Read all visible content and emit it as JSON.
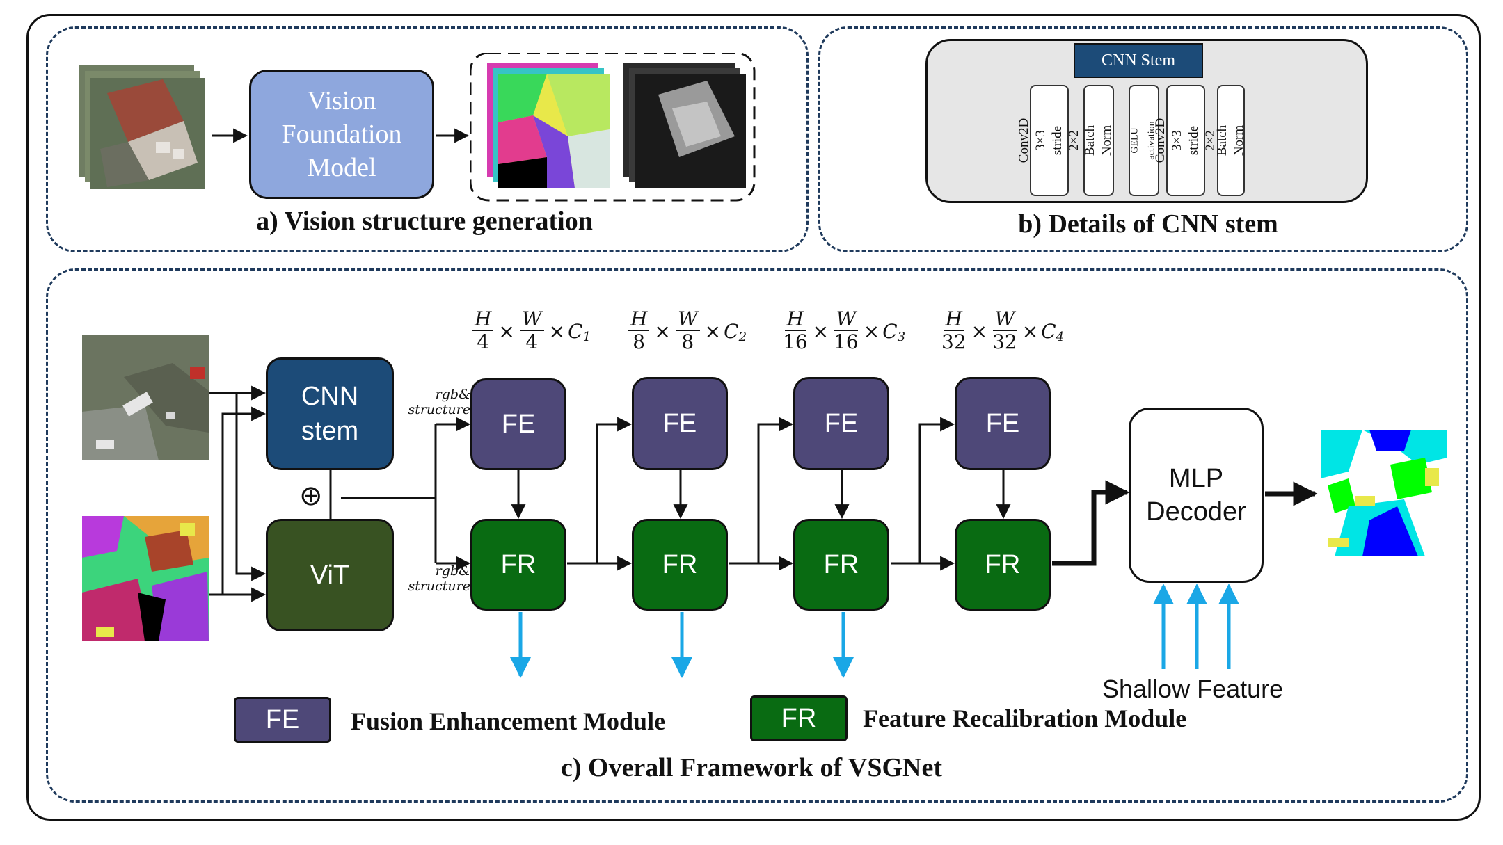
{
  "panels": {
    "a_caption": "a) Vision structure generation",
    "b_caption": "b) Details of CNN stem",
    "c_caption": "c) Overall Framework of VSGNet"
  },
  "vision_foundation_model": {
    "label": "Vision\nFoundation\nModel"
  },
  "cnn_stem_detail": {
    "title": "CNN Stem",
    "layers": [
      "Conv2D 3×3\nstride 2×2",
      "Batch Norm",
      "GELU activation",
      "Conv2D 3×3\nstride 2×2",
      "Batch Norm"
    ]
  },
  "framework": {
    "cnn_stem": "CNN\nstem",
    "vit": "ViT",
    "fusion_symbol": "⊕",
    "input_label_top": "rgb&\nstructure",
    "input_label_bottom": "rgb&\nstructure",
    "fe_label": "FE",
    "fr_label": "FR",
    "mlp_decoder": "MLP\nDecoder",
    "shallow_feature": "Shallow Feature",
    "stage_dims": [
      {
        "h": "H",
        "w": "W",
        "den": "4",
        "c": "C",
        "cs": "1"
      },
      {
        "h": "H",
        "w": "W",
        "den": "8",
        "c": "C",
        "cs": "2"
      },
      {
        "h": "H",
        "w": "W",
        "den": "16",
        "c": "C",
        "cs": "3"
      },
      {
        "h": "H",
        "w": "W",
        "den": "32",
        "c": "C",
        "cs": "4"
      }
    ]
  },
  "legend": {
    "fe_key": "FE",
    "fe_text": "Fusion Enhancement Module",
    "fr_key": "FR",
    "fr_text": "Feature Recalibration Module"
  },
  "colors": {
    "fe": "#4e4878",
    "fr": "#096b12",
    "cnn_stem": "#1c4b78",
    "vit": "#385222",
    "vfm": "#8ea7dd",
    "skip_arrows": "#1aa7e6"
  }
}
